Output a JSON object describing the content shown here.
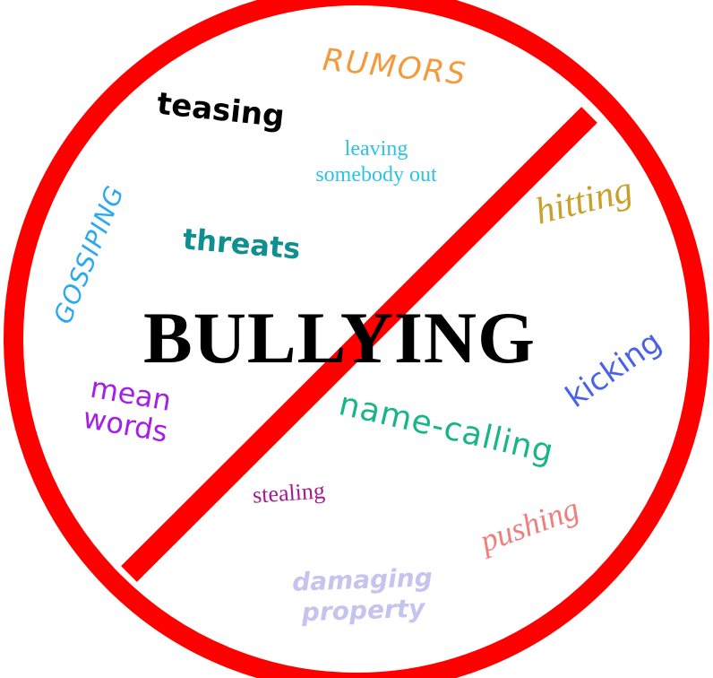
{
  "title": "BULLYING",
  "words": {
    "rumors": "RUMORS",
    "teasing": "teasing",
    "leaving": "leaving somebody out",
    "hitting": "hitting",
    "gossiping": "GOSSIPING",
    "threats": "threats",
    "kicking": "kicking",
    "mean_words": "mean words",
    "name_calling": "name-calling",
    "stealing": "stealing",
    "pushing": "pushing",
    "damaging_property": "damaging property"
  },
  "colors": {
    "sign_red": "#ff0000",
    "title": "#000000",
    "rumors": "#f49a3c",
    "teasing": "#000000",
    "leaving": "#2cc3e6",
    "hitting": "#c8a02a",
    "gossiping": "#2aa9ee",
    "threats": "#0f8f8f",
    "kicking": "#4a63e6",
    "mean_words": "#a51fe8",
    "name_calling": "#19b58a",
    "stealing": "#a51a8c",
    "pushing": "#ef7f7f",
    "damaging_property": "#c6c3ef"
  },
  "icons": {
    "prohibition": "prohibition-sign-icon"
  }
}
